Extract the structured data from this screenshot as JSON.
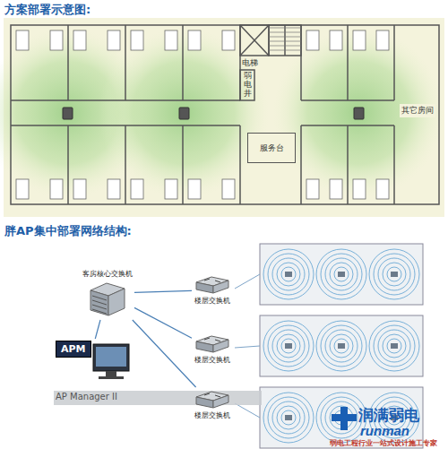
{
  "diagram": {
    "title": "方案部署示意图:",
    "nodes": [
      {
        "text": [
          "电梯"
        ]
      },
      {
        "text": [
          "弱电井"
        ]
      },
      {
        "text": [
          "服务台"
        ]
      },
      {
        "text": [
          "其它房间"
        ]
      },
      {
        "text": [
          "客房核心交换机"
        ]
      },
      {
        "text": [
          "楼层交换机"
        ]
      },
      {
        "text": [
          "楼层交换机"
        ]
      },
      {
        "text": [
          "楼层交换机"
        ]
      },
      {
        "text": [
          "APM",
          "AP Manager II"
        ]
      }
    ],
    "edges": [
      {
        "from": 4,
        "to": 5,
        "arrow": "none"
      },
      {
        "from": 4,
        "to": 6,
        "arrow": "none"
      },
      {
        "from": 4,
        "to": 7,
        "arrow": "none"
      },
      {
        "from": 4,
        "to": 8,
        "arrow": "none"
      }
    ],
    "labels": [
      "胖AP集中部署网络结构:",
      "润满弱电",
      "runman",
      "弱电工程行业一站式设计施工专家"
    ]
  }
}
